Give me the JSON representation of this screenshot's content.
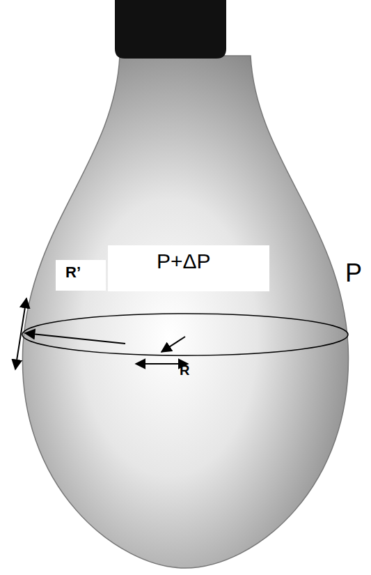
{
  "diagram": {
    "labels": [
      "R’",
      "P+ΔP",
      "P",
      "R"
    ]
  }
}
